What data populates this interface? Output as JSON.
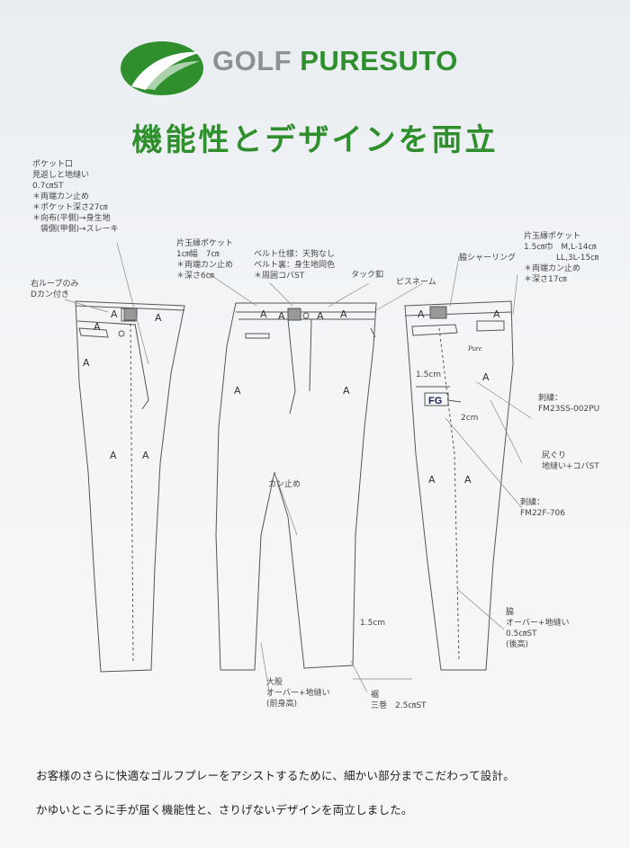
{
  "brand": {
    "golf": "GOLF",
    "name": "PURESUTO",
    "green": "#2e8f2c",
    "gray": "#8d9196"
  },
  "headline": "機能性とデザインを両立",
  "annotations": {
    "pocket_mouth": "ポケット口\n見返しと地縫い\n0.7㎝ST\n＊両端カン止め\n＊ポケット深さ27㎝\n＊向布(平側)→身生地\n　袋側(甲側)→スレーキ",
    "right_loop": "右ループのみ\nDカン付き",
    "welt_pocket_front": "片玉縁ポケット\n1㎝幅　7㎝\n＊両端カン止め\n＊深さ6㎝",
    "belt_spec": "ベルト仕様：天狗なし\nベルト裏：身生地同色\n＊周囲コバST",
    "tack_button": "タック釦",
    "pisname": "ピスネーム",
    "side_shirring": "脇シャーリング",
    "welt_pocket_back": "片玉縁ポケット\n1.5㎝巾　M,L-14㎝\n　　　　LL,3L-15㎝\n＊両端カン止め\n＊深さ17㎝",
    "dim_15cm": "1.5cm",
    "dim_2cm": "2cm",
    "embroidery_1": "刺繍：\nFM23SS-002PU",
    "seat_curve": "尻ぐり\n地縫い+コバST",
    "embroidery_2": "刺繍：\nFM22F-706",
    "bartack": "カン止め",
    "side_seam": "脇\nオーバー+地縫い\n0.5㎝ST\n(後高)",
    "inseam": "大股\nオーバー+地縫い\n(前身高)",
    "hem": "裾\n三巻　2.5㎝ST",
    "hem_dim": "1.5cm",
    "fg_label": "FG"
  },
  "marks": {
    "a": "A"
  },
  "description": {
    "line1": "お客様のさらに快適なゴルフプレーをアシストするために、細かい部分までこだわって設計。",
    "line2": "かゆいところに手が届く機能性と、さりげないデザインを両立しました。"
  }
}
